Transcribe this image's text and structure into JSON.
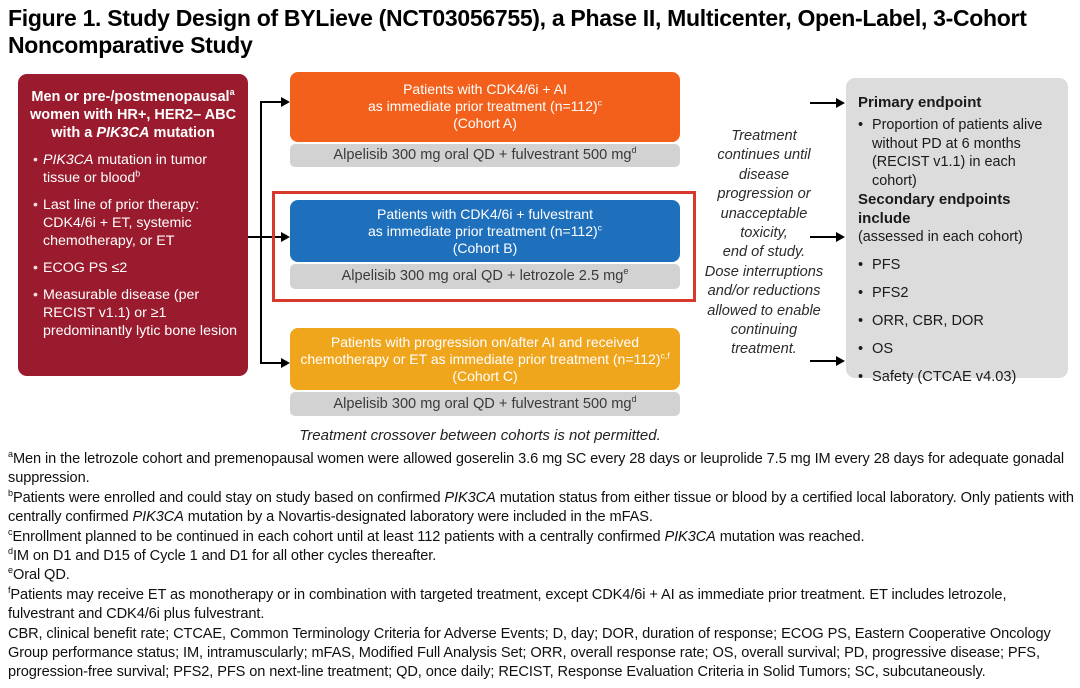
{
  "title": "Figure 1. Study Design of BYLieve (NCT03056755), a Phase II, Multicenter, Open-Label, 3-Cohort Noncomparative Study",
  "colors": {
    "eligibility_bg": "#9A1B2D",
    "cohort_a": "#F2601C",
    "cohort_b": "#1F70BC",
    "cohort_c": "#F0A61C",
    "treatment_bar": "#D2D2D2",
    "endpoints_bg": "#DCDCDC",
    "highlight_red": "#D6392B",
    "arrow": "#000000"
  },
  "eligibility": {
    "header": [
      {
        "t": "Men or pre-/postmenopausal",
        "s": ""
      },
      {
        "t": "a",
        "s": "sup"
      },
      {
        "t": " women with HR+, HER2– ABC with a ",
        "s": ""
      },
      {
        "t": "PIK3CA",
        "s": "i"
      },
      {
        "t": " mutation",
        "s": ""
      }
    ],
    "bullets": [
      [
        {
          "t": "PIK3CA",
          "s": "i"
        },
        {
          "t": " mutation in tumor tissue or blood",
          "s": ""
        },
        {
          "t": "b",
          "s": "sup"
        }
      ],
      [
        {
          "t": "Last line of prior therapy: CDK4/6i + ET, systemic chemotherapy, or ET",
          "s": ""
        }
      ],
      [
        {
          "t": "ECOG PS ≤2",
          "s": ""
        }
      ],
      [
        {
          "t": "Measurable disease (per RECIST v1.1) or ≥1 predominantly lytic bone lesion",
          "s": ""
        }
      ]
    ]
  },
  "cohorts": [
    {
      "name": "Cohort A",
      "color": "#F2601C",
      "lines": [
        [
          {
            "t": "Patients with CDK4/6i + AI",
            "s": ""
          }
        ],
        [
          {
            "t": "as immediate prior treatment (n=112)",
            "s": ""
          },
          {
            "t": "c",
            "s": "sup"
          }
        ],
        [
          {
            "t": "(Cohort A)",
            "s": ""
          }
        ]
      ],
      "treatment": [
        {
          "t": "Alpelisib 300 mg oral QD + fulvestrant 500 mg",
          "s": ""
        },
        {
          "t": "d",
          "s": "sup"
        }
      ]
    },
    {
      "name": "Cohort B",
      "color": "#1F70BC",
      "highlighted": true,
      "lines": [
        [
          {
            "t": "Patients with CDK4/6i + fulvestrant",
            "s": ""
          }
        ],
        [
          {
            "t": "as immediate prior treatment (n=112)",
            "s": ""
          },
          {
            "t": "c",
            "s": "sup"
          }
        ],
        [
          {
            "t": "(Cohort B)",
            "s": ""
          }
        ]
      ],
      "treatment": [
        {
          "t": "Alpelisib 300 mg oral QD + letrozole 2.5 mg",
          "s": ""
        },
        {
          "t": "e",
          "s": "sup"
        }
      ]
    },
    {
      "name": "Cohort C",
      "color": "#F0A61C",
      "lines": [
        [
          {
            "t": "Patients with progression on/after AI and received",
            "s": ""
          }
        ],
        [
          {
            "t": "chemotherapy or ET as immediate prior treatment (n=112)",
            "s": ""
          },
          {
            "t": "c,f",
            "s": "sup"
          }
        ],
        [
          {
            "t": "(Cohort C)",
            "s": ""
          }
        ]
      ],
      "treatment": [
        {
          "t": "Alpelisib 300 mg oral QD + fulvestrant 500 mg",
          "s": ""
        },
        {
          "t": "d",
          "s": "sup"
        }
      ]
    }
  ],
  "treatment_note": "Treatment\ncontinues until\ndisease\nprogression or\nunacceptable\ntoxicity,\nend of study.\nDose interruptions\nand/or reductions\nallowed to enable\ncontinuing\ntreatment.",
  "crossover_note": "Treatment crossover between cohorts is not permitted.",
  "endpoints": {
    "primary_header": "Primary endpoint",
    "primary_bullet": "Proportion of patients alive without PD at 6 months (RECIST v1.1) in each cohort)",
    "secondary_header": "Secondary endpoints include",
    "secondary_note": "(assessed in each cohort)",
    "secondary_bullets": [
      "PFS",
      "PFS2",
      "ORR, CBR, DOR",
      "OS",
      "Safety (CTCAE v4.03)"
    ]
  },
  "footnotes": [
    [
      {
        "t": "a",
        "s": "sup"
      },
      {
        "t": "Men in the letrozole cohort and premenopausal women were allowed goserelin 3.6 mg SC every 28 days or leuprolide 7.5 mg IM every 28 days for adequate gonadal suppression.",
        "s": ""
      }
    ],
    [
      {
        "t": "b",
        "s": "sup"
      },
      {
        "t": "Patients were enrolled and could stay on study based on confirmed ",
        "s": ""
      },
      {
        "t": "PIK3CA",
        "s": "i"
      },
      {
        "t": " mutation status from either tissue or blood by a certified local laboratory. Only patients with centrally confirmed ",
        "s": ""
      },
      {
        "t": "PIK3CA",
        "s": "i"
      },
      {
        "t": " mutation by a Novartis-designated laboratory were included in the mFAS.",
        "s": ""
      }
    ],
    [
      {
        "t": "c",
        "s": "sup"
      },
      {
        "t": "Enrollment planned to be continued in each cohort until at least 112 patients with a centrally confirmed ",
        "s": ""
      },
      {
        "t": "PIK3CA",
        "s": "i"
      },
      {
        "t": " mutation was reached.",
        "s": ""
      }
    ],
    [
      {
        "t": "d",
        "s": "sup"
      },
      {
        "t": "IM on D1 and D15 of Cycle 1 and D1 for all other cycles thereafter.",
        "s": ""
      }
    ],
    [
      {
        "t": "e",
        "s": "sup"
      },
      {
        "t": "Oral QD.",
        "s": ""
      }
    ],
    [
      {
        "t": "f",
        "s": "sup"
      },
      {
        "t": "Patients may receive ET as monotherapy or in combination with targeted treatment, except CDK4/6i + AI as immediate prior treatment. ET includes letrozole, fulvestrant and CDK4/6i plus fulvestrant.",
        "s": ""
      }
    ]
  ],
  "abbreviations": "CBR, clinical benefit rate; CTCAE, Common Terminology Criteria for Adverse Events; D, day; DOR, duration of response; ECOG PS, Eastern Cooperative Oncology Group performance status; IM, intramuscularly; mFAS, Modified Full Analysis Set; ORR, overall response rate; OS, overall survival; PD, progressive disease; PFS, progression-free survival; PFS2, PFS on next-line treatment; QD, once daily; RECIST, Response Evaluation Criteria in Solid Tumors; SC, subcutaneously."
}
